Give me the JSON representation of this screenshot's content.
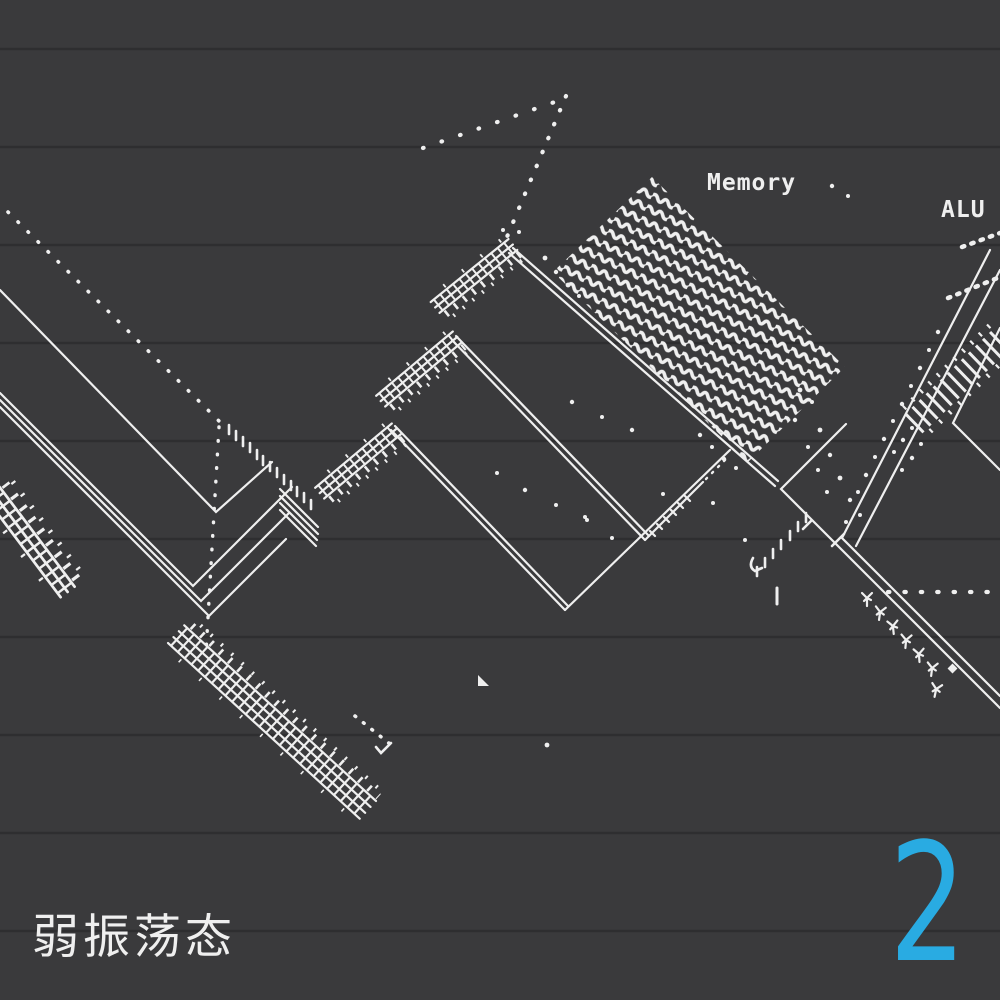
{
  "diagram": {
    "labels": {
      "memory": "Memory",
      "alu": "ALU"
    },
    "style": "isometric dithered wireframe of a computer architecture (memory array, ALU datapath, bus lines)"
  },
  "caption": {
    "text": "弱振荡态"
  },
  "page_number": {
    "value": "2"
  },
  "colors": {
    "background": "#3a3a3c",
    "ink": "#efefef",
    "accent": "#29abe2",
    "scanline": "rgba(0,0,0,0.20)"
  }
}
